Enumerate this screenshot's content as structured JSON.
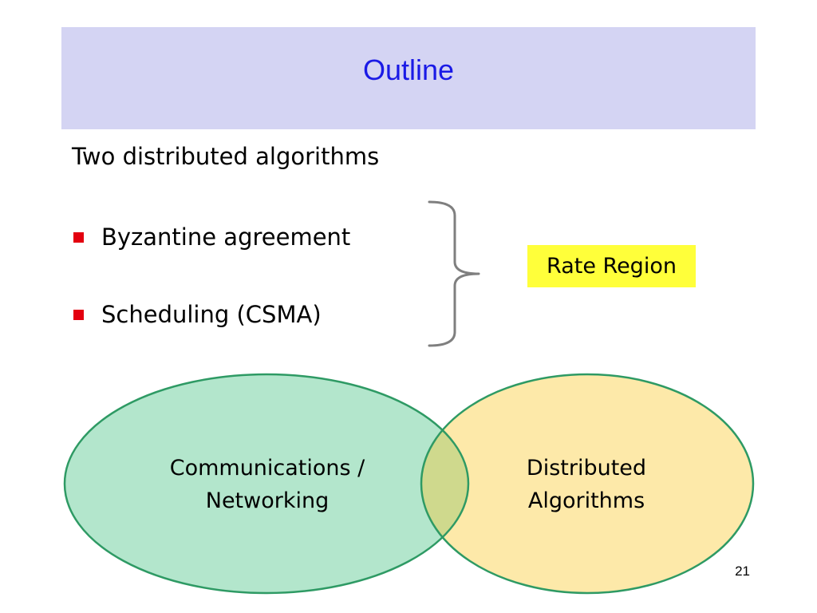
{
  "title": "Outline",
  "subtitle": "Two distributed algorithms",
  "bullets": [
    {
      "text": "Byzantine agreement"
    },
    {
      "text": "Scheduling (CSMA)"
    }
  ],
  "brace_callout": "Rate Region",
  "venn": {
    "left_label_line1": "Communications /",
    "left_label_line2": "Networking",
    "right_label_line1": "Distributed",
    "right_label_line2": "Algorithms",
    "left_fill": "#b3e6cc",
    "right_fill": "#fde9a9",
    "overlap_fill": "#cfd98d",
    "outline": "#2e9a64"
  },
  "colors": {
    "title_band": "#d4d4f3",
    "title_text": "#1a1ae6",
    "bullet": "#e3000f",
    "callout_highlight": "#ffff3a",
    "brace": "#7f7f7f"
  },
  "page_number": "21"
}
